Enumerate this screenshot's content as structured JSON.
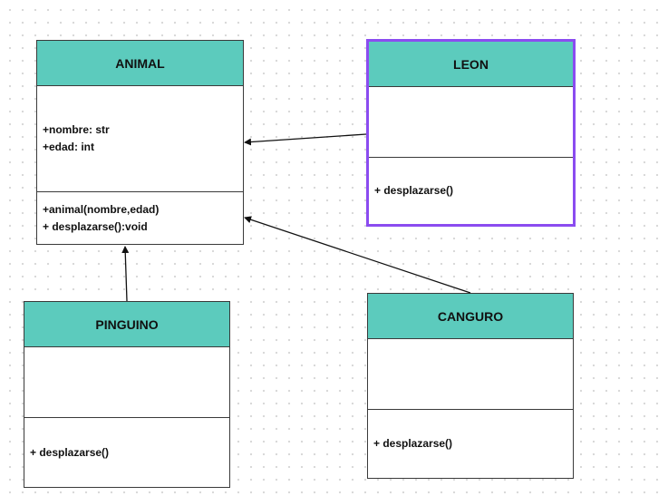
{
  "classes": {
    "animal": {
      "name": "ANIMAL",
      "attributes": [
        "+nombre: str",
        "+edad: int"
      ],
      "methods": [
        "+animal(nombre,edad)",
        "+ desplazarse():void"
      ]
    },
    "leon": {
      "name": "LEON",
      "attributes": [],
      "methods": [
        "+ desplazarse()"
      ]
    },
    "pinguino": {
      "name": "PINGUINO",
      "attributes": [],
      "methods": [
        "+ desplazarse()"
      ]
    },
    "canguro": {
      "name": "CANGURO",
      "attributes": [],
      "methods": [
        "+ desplazarse()"
      ]
    }
  },
  "relations": [
    {
      "type": "inheritance",
      "from": "leon",
      "to": "animal"
    },
    {
      "type": "inheritance",
      "from": "canguro",
      "to": "animal"
    },
    {
      "type": "inheritance",
      "from": "pinguino",
      "to": "animal"
    }
  ],
  "colors": {
    "header": "#5ccbbd",
    "border": "#3a3a3a",
    "selection": "#8b4cf0",
    "line": "#111111"
  }
}
